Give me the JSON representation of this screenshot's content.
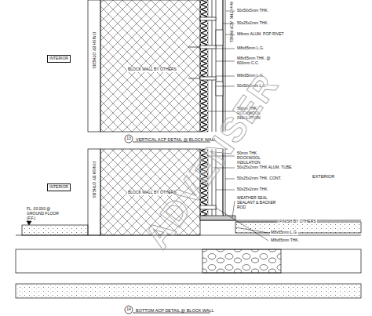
{
  "diagram": {
    "nodes": [
      {
        "text": [
          "INTERIOR"
        ]
      },
      {
        "text": [
          "INTERIOR"
        ]
      }
    ],
    "labels": [
      "4mm THK. ACP PANEL",
      "50x50x5mm THK.",
      "50x25x2mm THK.",
      "M6mm ALUM. POP RIVET",
      "M8x65mm L.G.",
      "M8x65mm THK. @ 600mm C.C.",
      "M8x65mm L.G.",
      "50x50x5mm L.G.",
      "50mm THK. ROCKWOOL INSULATION",
      "BLOCK WALL BY OTHERS",
      "FINISH BY OTHERS",
      "13",
      "VERTICAL ACP DETAIL @ BLOCK WALL",
      "50mm THK. ROCKWOOL INSULATION",
      "50x25x2mm THK ALUM. TUBE",
      "EXTERIOR",
      "50x25x2mm THK. CONT.",
      "50x25x2mm THK.",
      "WEATHER SEAL SEALANT & BACKER ROD",
      "FINISH BY OTHERS",
      "M8x65mm L.G.",
      "M8x65mm THK.",
      "BLOCK WALL BY OTHERS",
      "FINISH BY OTHERS",
      "FL. 00.000 @ GROUND FLOOR (F.F.)",
      "14",
      "BOTTOM ACP DETAIL @ BLOCK WALL",
      "ADVENSER"
    ]
  }
}
